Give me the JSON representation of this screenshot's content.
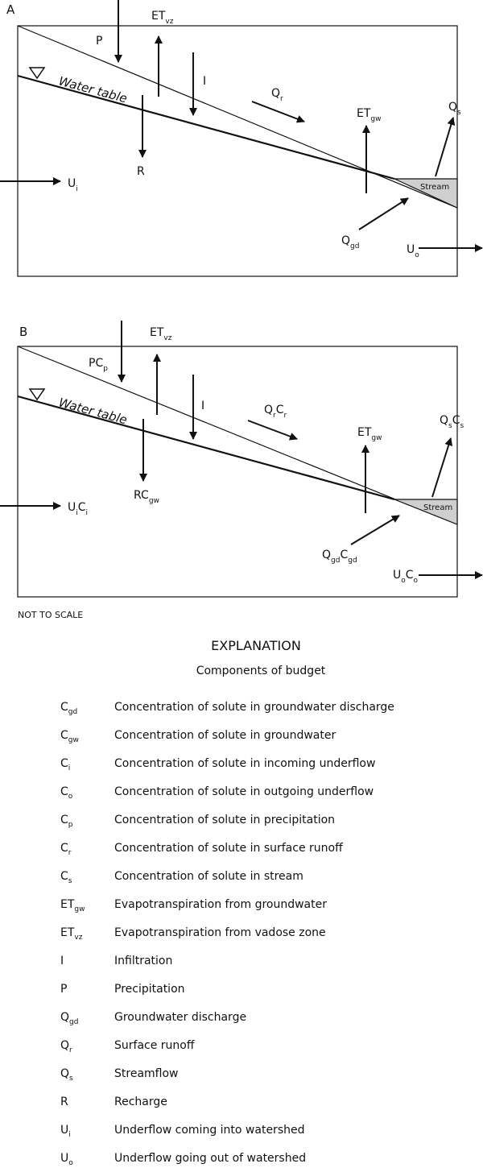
{
  "panels": {
    "a": {
      "letter": "A",
      "water_table": "Water table",
      "stream": "Stream",
      "labels": {
        "P": {
          "main": "P",
          "sub": ""
        },
        "ETvz": {
          "main": "ET",
          "sub": "vz"
        },
        "I": {
          "main": "I",
          "sub": ""
        },
        "Qr": {
          "main": "Q",
          "sub": "r"
        },
        "ETgw": {
          "main": "ET",
          "sub": "gw"
        },
        "Qs": {
          "main": "Q",
          "sub": "s"
        },
        "R": {
          "main": "R",
          "sub": ""
        },
        "Ui": {
          "main": "U",
          "sub": "i"
        },
        "Qgd": {
          "main": "Q",
          "sub": "gd"
        },
        "Uo": {
          "main": "U",
          "sub": "o"
        }
      }
    },
    "b": {
      "letter": "B",
      "water_table": "Water table",
      "stream": "Stream",
      "labels": {
        "P": {
          "m1": "PC",
          "s1": "p",
          "m2": "",
          "s2": ""
        },
        "ETvz": {
          "m1": "ET",
          "s1": "vz",
          "m2": "",
          "s2": ""
        },
        "I": {
          "m1": "I",
          "s1": "",
          "m2": "",
          "s2": ""
        },
        "Qr": {
          "m1": "Q",
          "s1": "r",
          "m2": "C",
          "s2": "r"
        },
        "ETgw": {
          "m1": "ET",
          "s1": "gw",
          "m2": "",
          "s2": ""
        },
        "Qs": {
          "m1": "Q",
          "s1": "s",
          "m2": "C",
          "s2": "s"
        },
        "R": {
          "m1": "RC",
          "s1": "gw",
          "m2": "",
          "s2": ""
        },
        "Ui": {
          "m1": "U",
          "s1": "i",
          "m2": "C",
          "s2": "i"
        },
        "Qgd": {
          "m1": "Q",
          "s1": "gd",
          "m2": "C",
          "s2": "gd"
        },
        "Uo": {
          "m1": "U",
          "s1": "o",
          "m2": "C",
          "s2": "o"
        }
      }
    }
  },
  "note": "NOT TO SCALE",
  "explanation": {
    "title": "EXPLANATION",
    "subtitle": "Components of budget",
    "items": [
      {
        "main": "C",
        "sub": "gd",
        "desc": "Concentration of solute in groundwater discharge"
      },
      {
        "main": "C",
        "sub": "gw",
        "desc": "Concentration of solute in groundwater"
      },
      {
        "main": "C",
        "sub": "i",
        "desc": "Concentration of solute in incoming underflow"
      },
      {
        "main": "C",
        "sub": "o",
        "desc": "Concentration of solute in outgoing underflow"
      },
      {
        "main": "C",
        "sub": "p",
        "desc": "Concentration of solute in precipitation"
      },
      {
        "main": "C",
        "sub": "r",
        "desc": "Concentration of solute in surface runoff"
      },
      {
        "main": "C",
        "sub": "s",
        "desc": "Concentration of solute in stream"
      },
      {
        "main": "ET",
        "sub": "gw",
        "desc": "Evapotranspiration from groundwater"
      },
      {
        "main": "ET",
        "sub": "vz",
        "desc": "Evapotranspiration from vadose zone"
      },
      {
        "main": "I",
        "sub": "",
        "desc": "Infiltration"
      },
      {
        "main": "P",
        "sub": "",
        "desc": "Precipitation"
      },
      {
        "main": "Q",
        "sub": "gd",
        "desc": "Groundwater discharge"
      },
      {
        "main": "Q",
        "sub": "r",
        "desc": "Surface runoff"
      },
      {
        "main": "Q",
        "sub": "s",
        "desc": "Streamflow"
      },
      {
        "main": "R",
        "sub": "",
        "desc": "Recharge"
      },
      {
        "main": "U",
        "sub": "i",
        "desc": "Underflow coming into watershed"
      },
      {
        "main": "U",
        "sub": "o",
        "desc": "Underflow going out of watershed"
      }
    ]
  }
}
